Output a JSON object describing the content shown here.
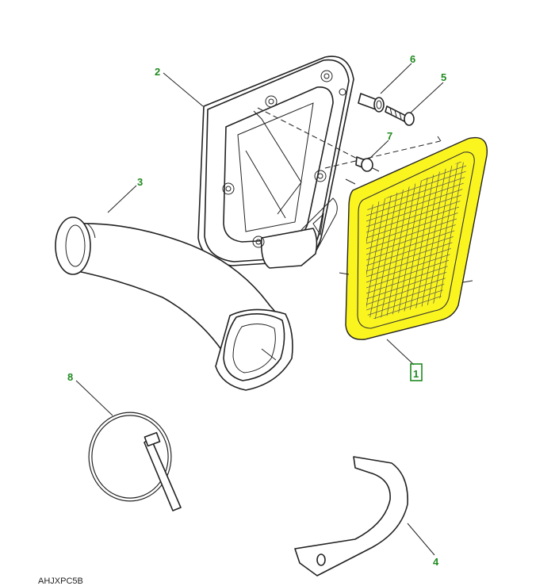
{
  "diagram": {
    "callouts": [
      {
        "id": "2",
        "label": "2"
      },
      {
        "id": "6",
        "label": "6"
      },
      {
        "id": "5",
        "label": "5"
      },
      {
        "id": "7",
        "label": "7"
      },
      {
        "id": "3",
        "label": "3"
      },
      {
        "id": "1",
        "label": "1"
      },
      {
        "id": "8",
        "label": "8"
      },
      {
        "id": "4",
        "label": "4"
      }
    ],
    "reference_code": "AHJXPC5B",
    "highlighted_part": "1",
    "colors": {
      "highlight": "#fbf51f",
      "callout_text": "#1f8a1f",
      "line": "#222222"
    }
  }
}
